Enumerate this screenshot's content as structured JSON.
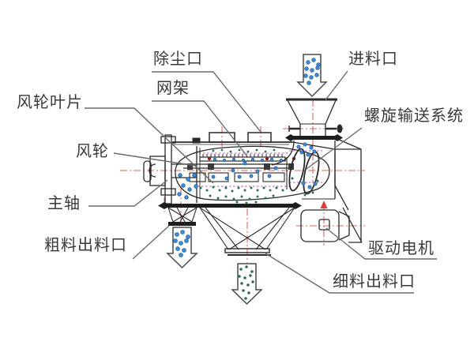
{
  "diagram": {
    "type": "technical-drawing",
    "subject": "airflow-centrifugal-sifter-machine",
    "labels": {
      "dust_port": "除尘口",
      "mesh_frame": "网架",
      "wheel_blades": "风轮叶片",
      "wind_wheel": "风轮",
      "main_shaft": "主轴",
      "coarse_outlet": "粗料出料口",
      "feed_inlet": "进料口",
      "screw_conveyor": "螺旋输送系统",
      "drive_motor": "驱动电机",
      "fine_outlet": "细料出料口"
    },
    "colors": {
      "background": "#ffffff",
      "drawing_line": "#2a2a2a",
      "leader_line": "#6b6b6b",
      "centerline_red": "#e26363",
      "screen_magenta": "#c84fc8",
      "particle_blue": "#3f8fdd",
      "particle_blue_outline": "#1c5c9e",
      "particle_green": "#2e6f52",
      "hub_dark_red": "#8a1f1f",
      "label_text": "#3a3a3a"
    }
  }
}
